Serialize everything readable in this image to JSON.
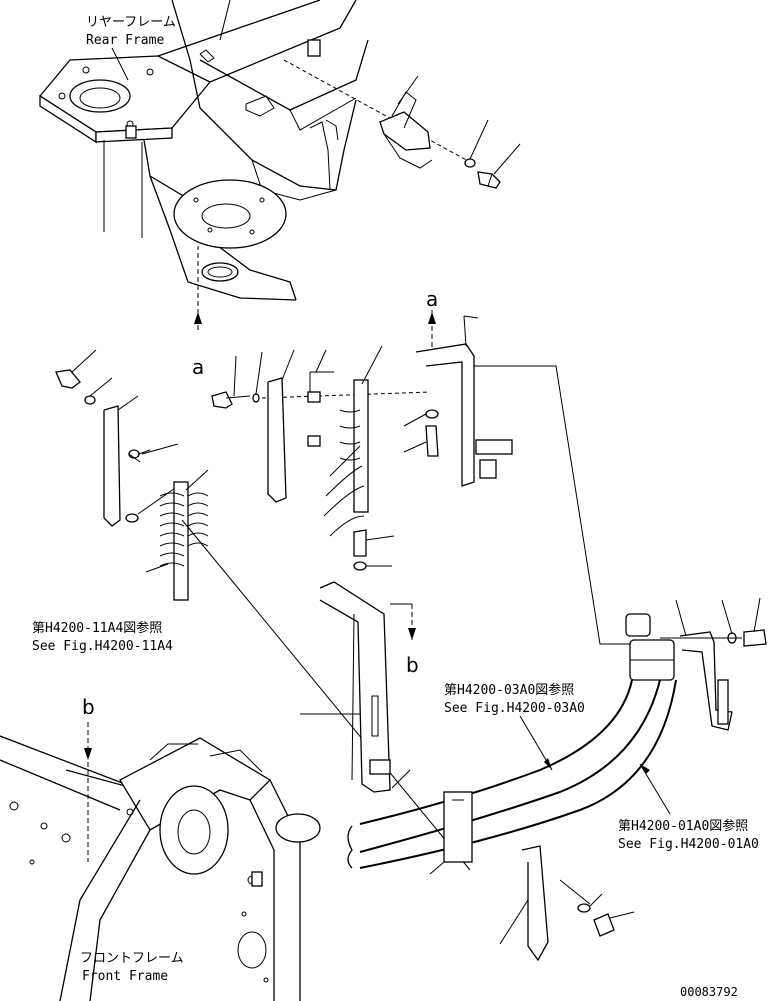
{
  "labels": {
    "rear_frame_jp": "リヤーフレーム",
    "rear_frame_en": "Rear Frame",
    "front_frame_jp": "フロントフレーム",
    "front_frame_en": "Front Frame",
    "ref_11a4_jp": "第H4200-11A4図参照",
    "ref_11a4_en": "See Fig.H4200-11A4",
    "ref_03a0_jp": "第H4200-03A0図参照",
    "ref_03a0_en": "See Fig.H4200-03A0",
    "ref_01a0_jp": "第H4200-01A0図参照",
    "ref_01a0_en": "See Fig.H4200-01A0",
    "marker_a": "a",
    "marker_b": "b",
    "drawing_number": "00083792"
  }
}
